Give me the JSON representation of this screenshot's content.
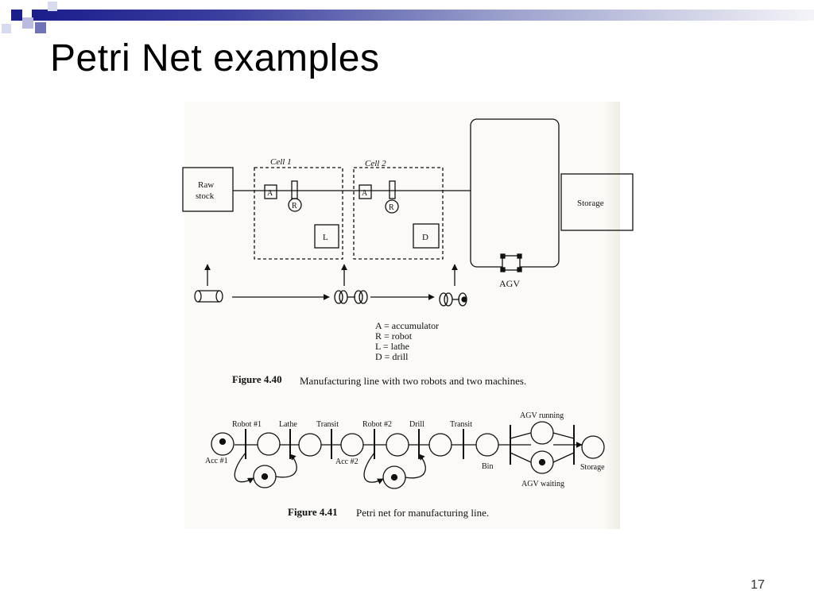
{
  "slide": {
    "title": "Petri Net examples",
    "page_number": "17"
  },
  "figure_440": {
    "raw_stock": [
      "Raw",
      "stock"
    ],
    "cell1": "Cell 1",
    "cell2": "Cell 2",
    "storage": "Storage",
    "agv": "AGV",
    "a": "A",
    "r": "R",
    "l": "L",
    "d": "D",
    "legend": [
      "A = accumulator",
      "R = robot",
      "L = lathe",
      "D = drill"
    ],
    "caption_num": "Figure 4.40",
    "caption_text": "Manufacturing line with two robots and two machines."
  },
  "figure_441": {
    "robot1": "Robot #1",
    "lathe": "Lathe",
    "transit1": "Transit",
    "robot2": "Robot #2",
    "drill": "Drill",
    "transit2": "Transit",
    "agv_running": "AGV running",
    "acc1": "Acc #1",
    "acc2": "Acc #2",
    "bin": "Bin",
    "storage": "Storage",
    "agv_waiting": "AGV waiting",
    "caption_num": "Figure 4.41",
    "caption_text": "Petri net for manufacturing line."
  },
  "colors": {
    "accent_dark": "#1b1d8c",
    "accent_mid": "#6f74b8"
  }
}
